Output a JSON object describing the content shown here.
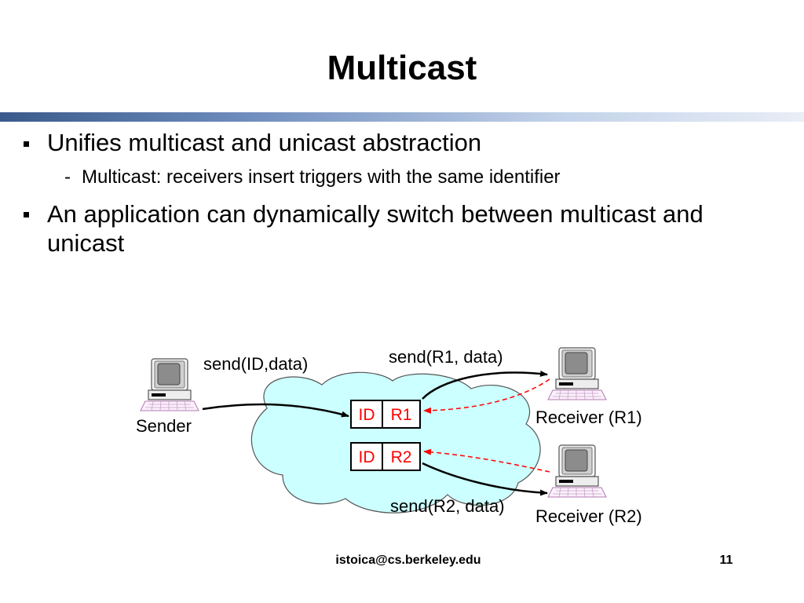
{
  "slide": {
    "title": "Multicast",
    "bullets": [
      {
        "text": "Unifies multicast and unicast abstraction"
      },
      {
        "text": "Multicast: receivers insert triggers with the same identifier",
        "marker": "-"
      },
      {
        "text": "An application can dynamically switch between multicast and unicast"
      }
    ]
  },
  "diagram": {
    "sender_label": "Sender",
    "receiver1_label": "Receiver (R1)",
    "receiver2_label": "Receiver (R2)",
    "send_id_label": "send(ID,data)",
    "send_r1_label": "send(R1, data)",
    "send_r2_label": "send(R2, data)",
    "trigger1": {
      "id": "ID",
      "target": "R1"
    },
    "trigger2": {
      "id": "ID",
      "target": "R2"
    },
    "cloud_color": "#ccffff",
    "trigger_text_color": "#ff0000",
    "dashed_arrow_color": "#ff0000"
  },
  "footer": {
    "email": "istoica@cs.berkeley.edu",
    "page": "11"
  }
}
